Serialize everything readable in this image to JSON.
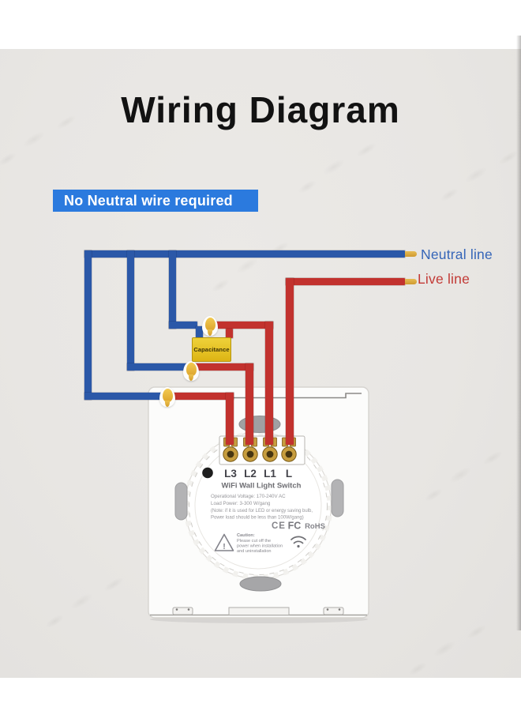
{
  "header": {
    "title": "Wiring Diagram",
    "banner": "No Neutral wire required",
    "banner_color": "#2b7ade"
  },
  "legend": {
    "neutral_label": "Neutral line",
    "live_label": "Live line",
    "neutral_wire_color": "#2b58a8",
    "live_wire_color": "#c2322e",
    "wire_tip_color": "#d9a43e"
  },
  "capacitor": {
    "label": "Capacitance",
    "color": "#e3bd1d"
  },
  "device": {
    "terminals": [
      "L3",
      "L2",
      "L1",
      "L"
    ],
    "product_name": "WiFi Wall Light Switch",
    "specs": [
      "Operational Voltage: 170-240V AC",
      "Load Power: 3-300 W/gang",
      "(Note: if it is used for LED or energy saving bulb,",
      "Power load should be less than 100W/gang)"
    ],
    "certification_marks": [
      "CE",
      "FC",
      "RoHS"
    ],
    "caution": {
      "mark": "!",
      "title": "Caution:",
      "lines": [
        "Please cut off the",
        "power when installation",
        "and uninstallation"
      ]
    }
  }
}
